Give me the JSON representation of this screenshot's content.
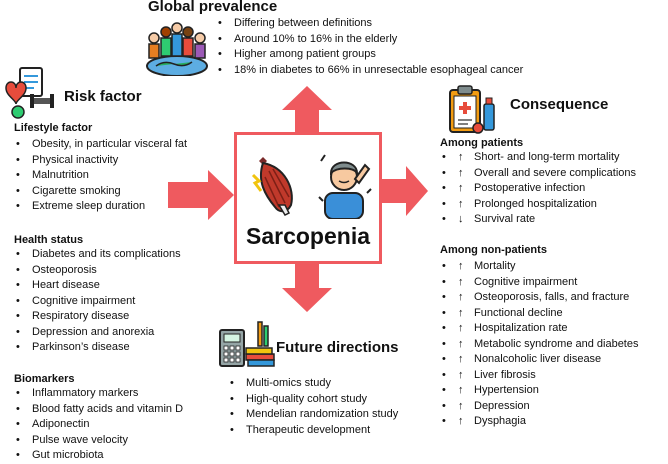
{
  "global": {
    "title": "Global prevalence",
    "items": [
      "Differing between definitions",
      "Around 10% to 16% in the elderly",
      "Higher among patient groups",
      "18% in diabetes to 66% in unresectable esophageal cancer"
    ]
  },
  "risk": {
    "title": "Risk factor",
    "lifestyle": {
      "title": "Lifestyle factor",
      "items": [
        "Obesity, in particular visceral fat",
        "Physical inactivity",
        "Malnutrition",
        "Cigarette smoking",
        "Extreme sleep duration"
      ]
    },
    "health": {
      "title": "Health status",
      "items": [
        "Diabetes and its complications",
        "Osteoporosis",
        "Heart disease",
        "Cognitive impairment",
        "Respiratory disease",
        "Depression and anorexia",
        "Parkinson’s disease"
      ]
    },
    "biomarkers": {
      "title": "Biomarkers",
      "items": [
        "Inflammatory markers",
        "Blood fatty acids and vitamin D",
        "Adiponectin",
        "Pulse wave velocity",
        "Gut microbiota"
      ]
    }
  },
  "center": {
    "title": "Sarcopenia"
  },
  "consequence": {
    "title": "Consequence",
    "patients": {
      "title": "Among patients",
      "items": [
        {
          "arrow": "↑",
          "text": "Short- and long-term mortality"
        },
        {
          "arrow": "↑",
          "text": "Overall and severe complications"
        },
        {
          "arrow": "↑",
          "text": "Postoperative infection"
        },
        {
          "arrow": "↑",
          "text": "Prolonged hospitalization"
        },
        {
          "arrow": "↓",
          "text": "Survival rate"
        }
      ]
    },
    "nonpatients": {
      "title": "Among non-patients",
      "items": [
        {
          "arrow": "↑",
          "text": "Mortality"
        },
        {
          "arrow": "↑",
          "text": "Cognitive impairment"
        },
        {
          "arrow": "↑",
          "text": "Osteoporosis, falls, and fracture"
        },
        {
          "arrow": "↑",
          "text": "Functional decline"
        },
        {
          "arrow": "↑",
          "text": "Hospitalization rate"
        },
        {
          "arrow": "↑",
          "text": "Metabolic syndrome and diabetes"
        },
        {
          "arrow": "↑",
          "text": "Nonalcoholic liver disease"
        },
        {
          "arrow": "↑",
          "text": "Liver fibrosis"
        },
        {
          "arrow": "↑",
          "text": "Hypertension"
        },
        {
          "arrow": "↑",
          "text": "Depression"
        },
        {
          "arrow": "↑",
          "text": "Dysphagia"
        }
      ]
    }
  },
  "future": {
    "title": "Future directions",
    "items": [
      "Multi-omics study",
      "High-quality cohort study",
      "Mendelian randomization study",
      "Therapeutic development"
    ]
  },
  "colors": {
    "arrow": "#ef5a5f",
    "box_border": "#ef5a5f"
  },
  "icons": [
    "globe-people-icon",
    "health-risk-icon",
    "medical-clipboard-icon",
    "muscle-icon",
    "person-pain-icon",
    "books-calculator-icon"
  ]
}
